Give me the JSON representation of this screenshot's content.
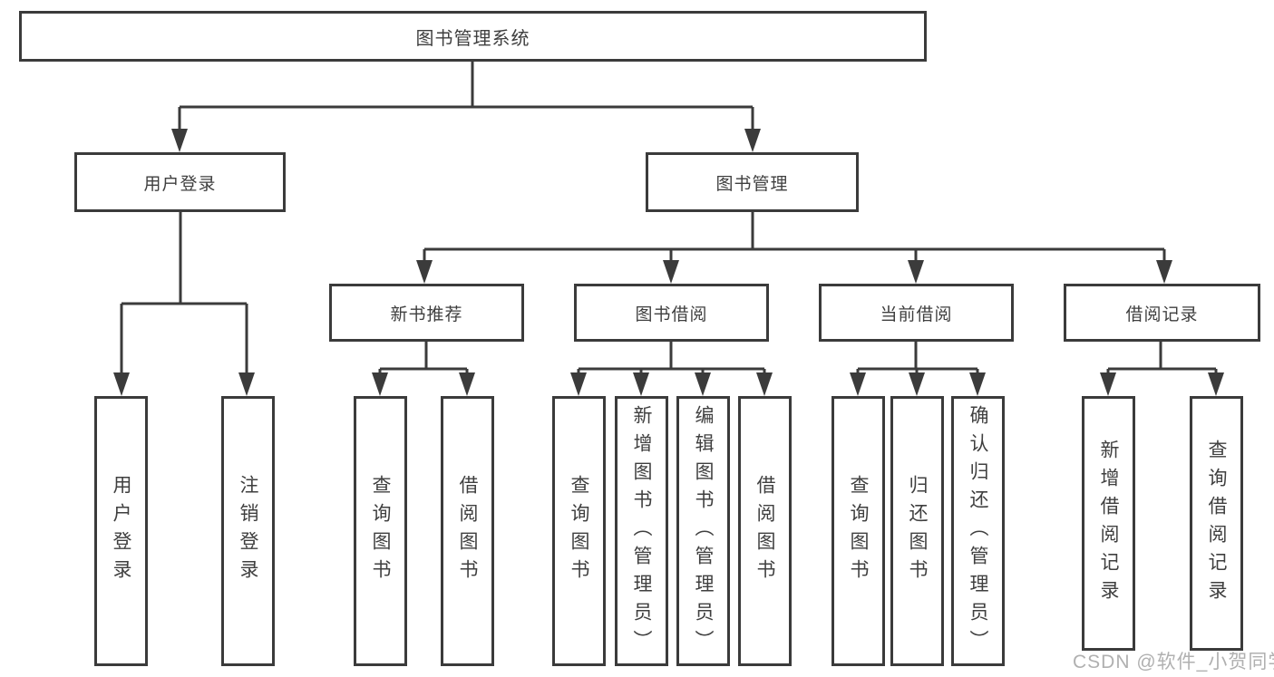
{
  "diagram": {
    "root": {
      "label": "图书管理系统"
    },
    "branches": [
      {
        "label": "用户登录",
        "children": [
          {
            "label": "用户登录"
          },
          {
            "label": "注销登录"
          }
        ]
      },
      {
        "label": "图书管理",
        "sections": [
          {
            "label": "新书推荐",
            "children": [
              {
                "label": "查询图书"
              },
              {
                "label": "借阅图书"
              }
            ]
          },
          {
            "label": "图书借阅",
            "children": [
              {
                "label": "查询图书"
              },
              {
                "label": "新增图书（管理员）"
              },
              {
                "label": "编辑图书（管理员）"
              },
              {
                "label": "借阅图书"
              }
            ]
          },
          {
            "label": "当前借阅",
            "children": [
              {
                "label": "查询图书"
              },
              {
                "label": "归还图书"
              },
              {
                "label": "确认归还（管理员）"
              }
            ]
          },
          {
            "label": "借阅记录",
            "children": [
              {
                "label": "新增借阅记录"
              },
              {
                "label": "查询借阅记录"
              }
            ]
          }
        ]
      }
    ]
  },
  "watermark": {
    "text": "CSDN @软件_小贺同学"
  },
  "colors": {
    "line": "#3b3b3b",
    "text": "#3f3f3f",
    "box_background": "#ffffff",
    "page_background": "#ffffff",
    "watermark": "#b0b0b0"
  }
}
